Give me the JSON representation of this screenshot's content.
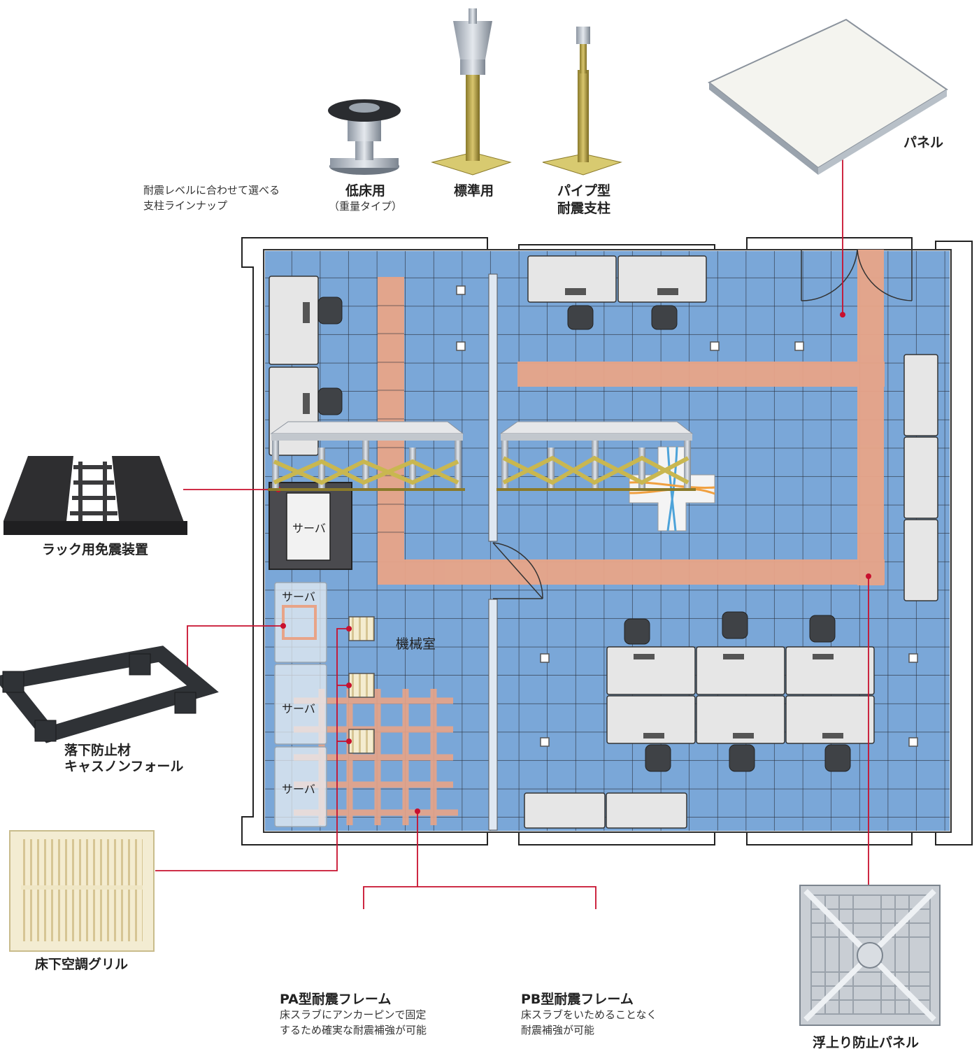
{
  "header": {
    "lineup_line1": "耐震レベルに合わせて選べる",
    "lineup_line2": "支柱ラインナップ",
    "low_floor": "低床用",
    "low_floor_sub": "（重量タイプ）",
    "standard": "標準用",
    "pipe_line1": "パイプ型",
    "pipe_line2": "耐震支柱",
    "panel": "パネル"
  },
  "room": {
    "server_main": "サーバ",
    "server_1": "サーバ",
    "server_2": "サーバ",
    "server_3": "サーバ",
    "machine_room": "機械室"
  },
  "callouts": {
    "rack_isolator": "ラック用免震装置",
    "fall_prevent_line1": "落下防止材",
    "fall_prevent_line2": "キャスノンフォール",
    "grille": "床下空調グリル",
    "pa_title": "PA型耐震フレーム",
    "pa_desc1": "床スラブにアンカーピンで固定",
    "pa_desc2": "するため確実な耐震補強が可能",
    "pb_title": "PB型耐震フレーム",
    "pb_desc1": "床スラブをいためることなく",
    "pb_desc2": "耐震補強が可能",
    "float_panel": "浮上り防止パネル"
  },
  "colors": {
    "floor_tile": "#7aa7d8",
    "grid_line": "#2a2f3a",
    "seismic_frame": "#e8a488",
    "leader_line": "#c8102e",
    "wall": "#ffffff",
    "desk": "#e6e6e6",
    "server_rack": "#4a4a4e"
  }
}
